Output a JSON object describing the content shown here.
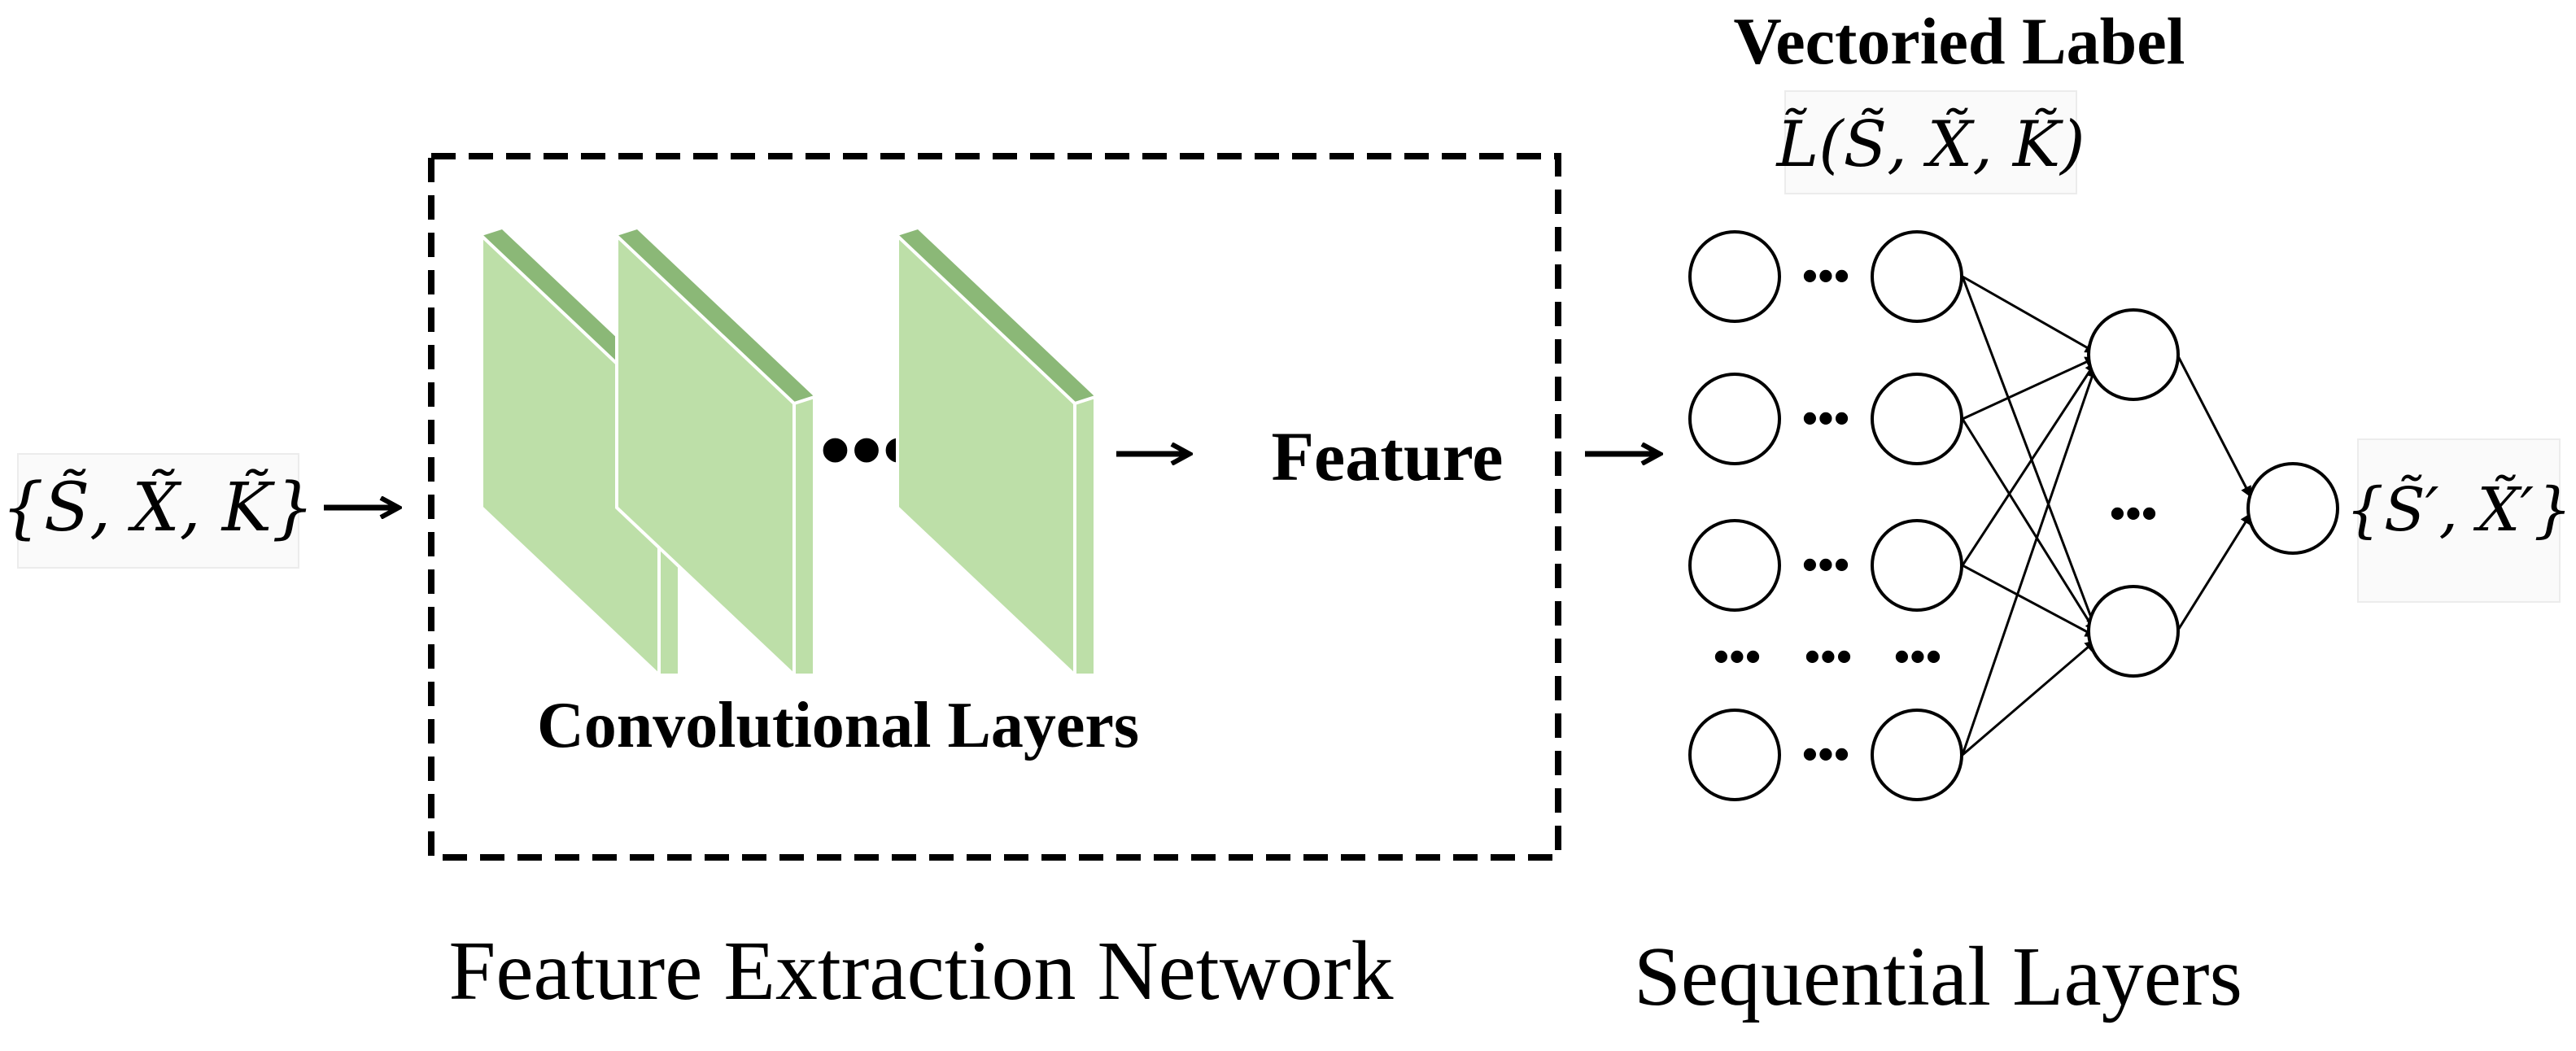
{
  "input_set": "{S̃, X̃, K̃}",
  "output_set": "{S̃′, X̃′}",
  "vectored_label": {
    "title": "Vectoried Label",
    "formula": "L̃(S̃, X̃, K̃)"
  },
  "conv_layers_label": "Convolutional Layers",
  "feature_label": "Feature",
  "feature_extraction_caption": "Feature Extraction Network",
  "sequential_caption": "Sequential Layers",
  "ellipsis": "…",
  "dots": "•••",
  "colors": {
    "layer_face": "#bddfa8",
    "layer_edge": "#8bb877",
    "stroke": "#000000",
    "background": "#ffffff"
  }
}
